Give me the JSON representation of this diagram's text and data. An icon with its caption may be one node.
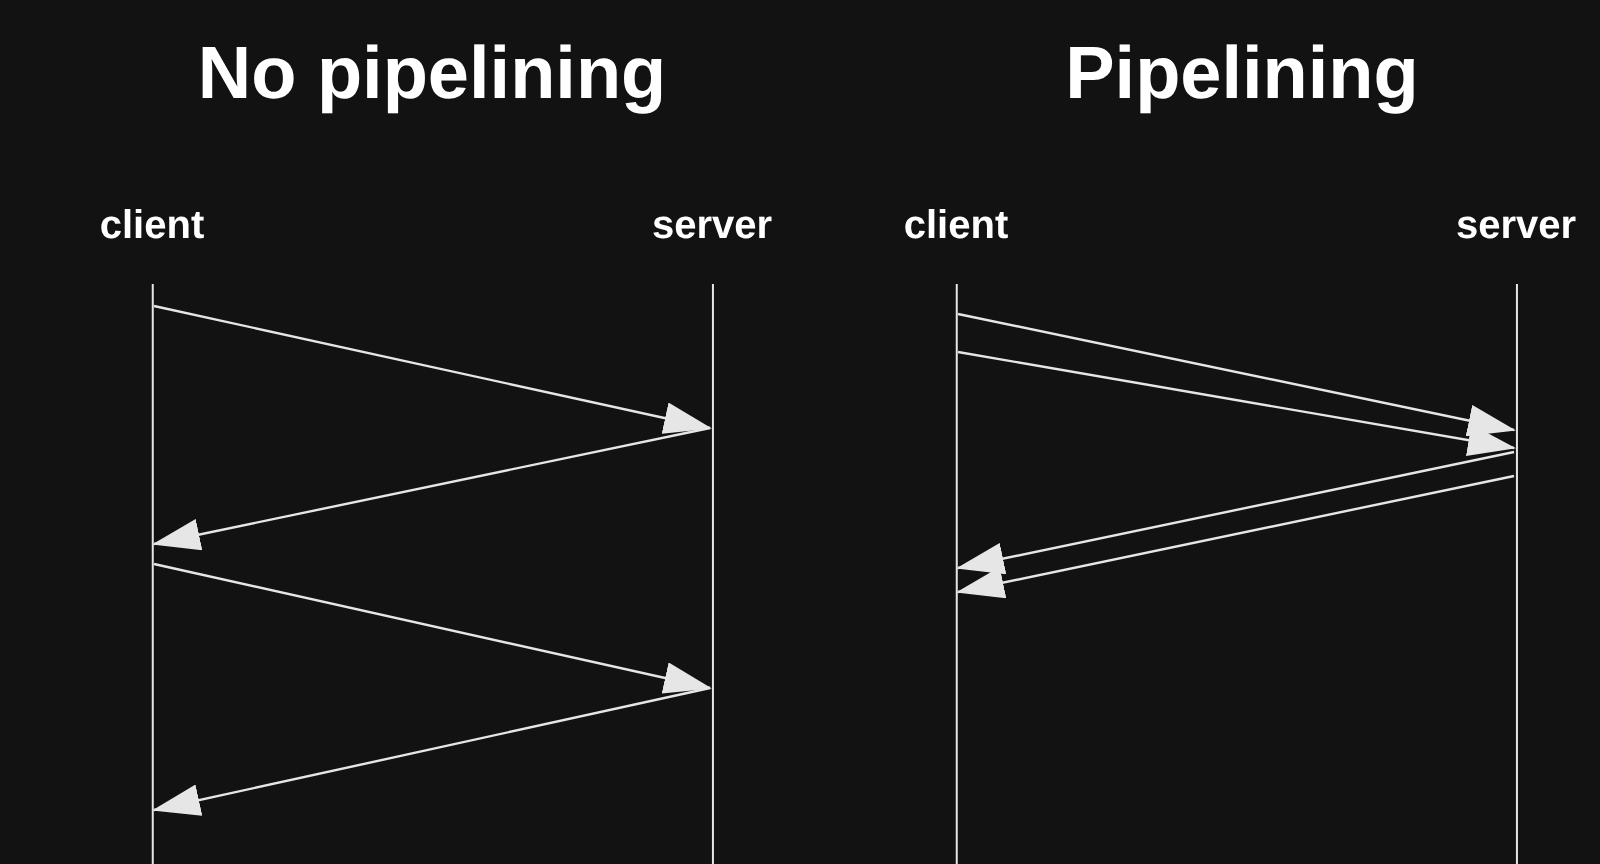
{
  "diagram": {
    "nodes": [
      {
        "text": [
          "client"
        ]
      },
      {
        "text": [
          "server"
        ]
      },
      {
        "text": [
          "client"
        ]
      },
      {
        "text": [
          "server"
        ]
      }
    ],
    "edges": [
      {
        "from": 0,
        "to": 1,
        "arrow": "to"
      },
      {
        "from": 1,
        "to": 0,
        "arrow": "to"
      },
      {
        "from": 0,
        "to": 1,
        "arrow": "to"
      },
      {
        "from": 1,
        "to": 0,
        "arrow": "to"
      },
      {
        "from": 2,
        "to": 3,
        "arrow": "to"
      },
      {
        "from": 2,
        "to": 3,
        "arrow": "to"
      },
      {
        "from": 3,
        "to": 2,
        "arrow": "to"
      },
      {
        "from": 3,
        "to": 2,
        "arrow": "to"
      }
    ],
    "labels": [
      "No pipelining",
      "Pipelining"
    ]
  }
}
